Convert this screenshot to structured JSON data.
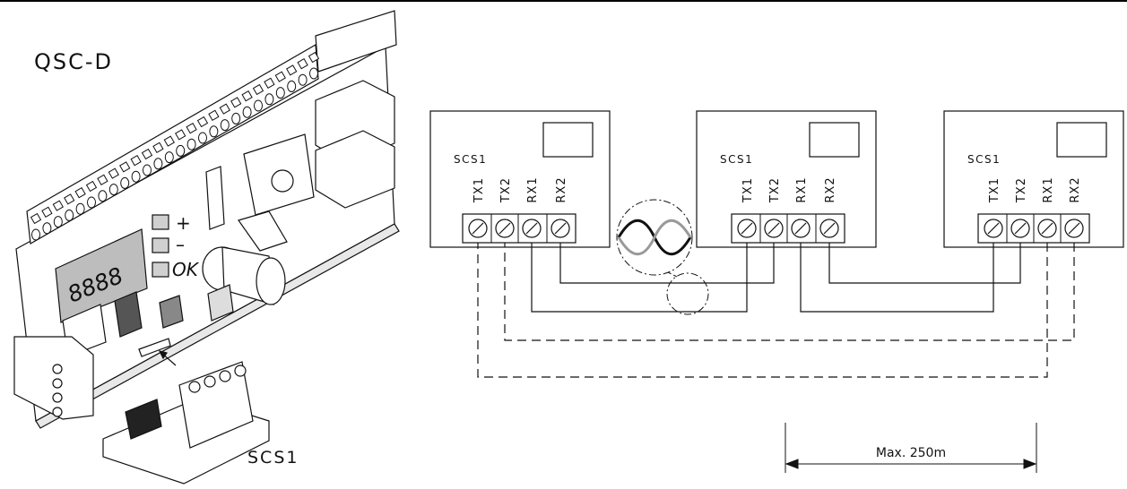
{
  "board": {
    "title": "QSC-D",
    "display": "8888",
    "buttons": [
      "+",
      "–",
      "OK"
    ],
    "module_label": "SCS1"
  },
  "wiring": {
    "units": [
      {
        "label": "SCS1",
        "terminals": [
          "TX1",
          "TX2",
          "RX1",
          "RX2"
        ]
      },
      {
        "label": "SCS1",
        "terminals": [
          "TX1",
          "TX2",
          "RX1",
          "RX2"
        ]
      },
      {
        "label": "SCS1",
        "terminals": [
          "TX1",
          "TX2",
          "RX1",
          "RX2"
        ]
      }
    ],
    "distance_label": "Max. 250m"
  }
}
